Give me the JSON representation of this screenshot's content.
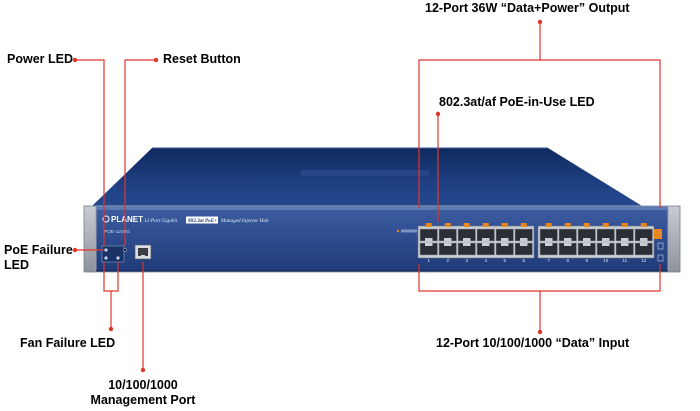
{
  "callouts": {
    "power_led": "Power LED",
    "reset_button": "Reset Button",
    "poe_failure_line1": "PoE Failure",
    "poe_failure_line2": "LED",
    "fan_failure_led": "Fan Failure LED",
    "mgmt_port_line1": "10/100/1000",
    "mgmt_port_line2": "Management Port",
    "output_ports": "12-Port 36W “Data+Power” Output",
    "poe_in_use_led": "802.3at/af PoE-in-Use LED",
    "input_ports": "12-Port 10/100/1000 “Data” Input"
  },
  "device": {
    "brand": "PLANET",
    "model": "POE-1200G",
    "description_prefix": "12-Port Gigabit",
    "description_badge": "802.3at PoE+",
    "description_suffix": "Managed Injector Hub",
    "left_port_numbers": [
      "1",
      "2",
      "3",
      "4",
      "5",
      "6"
    ],
    "right_port_numbers": [
      "7",
      "8",
      "9",
      "10",
      "11",
      "12"
    ]
  },
  "colors": {
    "callout_line": "#e0352b",
    "panel_blue": "#1f3f7f",
    "led_orange": "#e8871e"
  }
}
